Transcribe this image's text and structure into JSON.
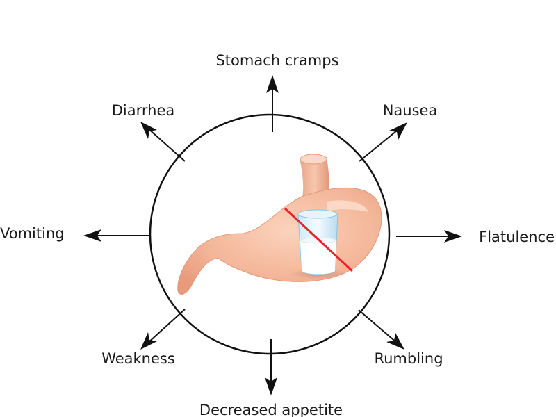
{
  "symptoms": {
    "top": "Stomach cramps",
    "top_left": "Diarrhea",
    "top_right": "Nausea",
    "left": "Vomiting",
    "right": "Flatulence",
    "bottom_left": "Weakness",
    "bottom_right": "Rumbling",
    "bottom": "Decreased appetite"
  },
  "illustration": {
    "organ": "stomach-icon",
    "item": "glass-of-milk-icon",
    "crossed_out": true,
    "cross_color": "#e3262e",
    "organ_color": "#f4b79a"
  }
}
